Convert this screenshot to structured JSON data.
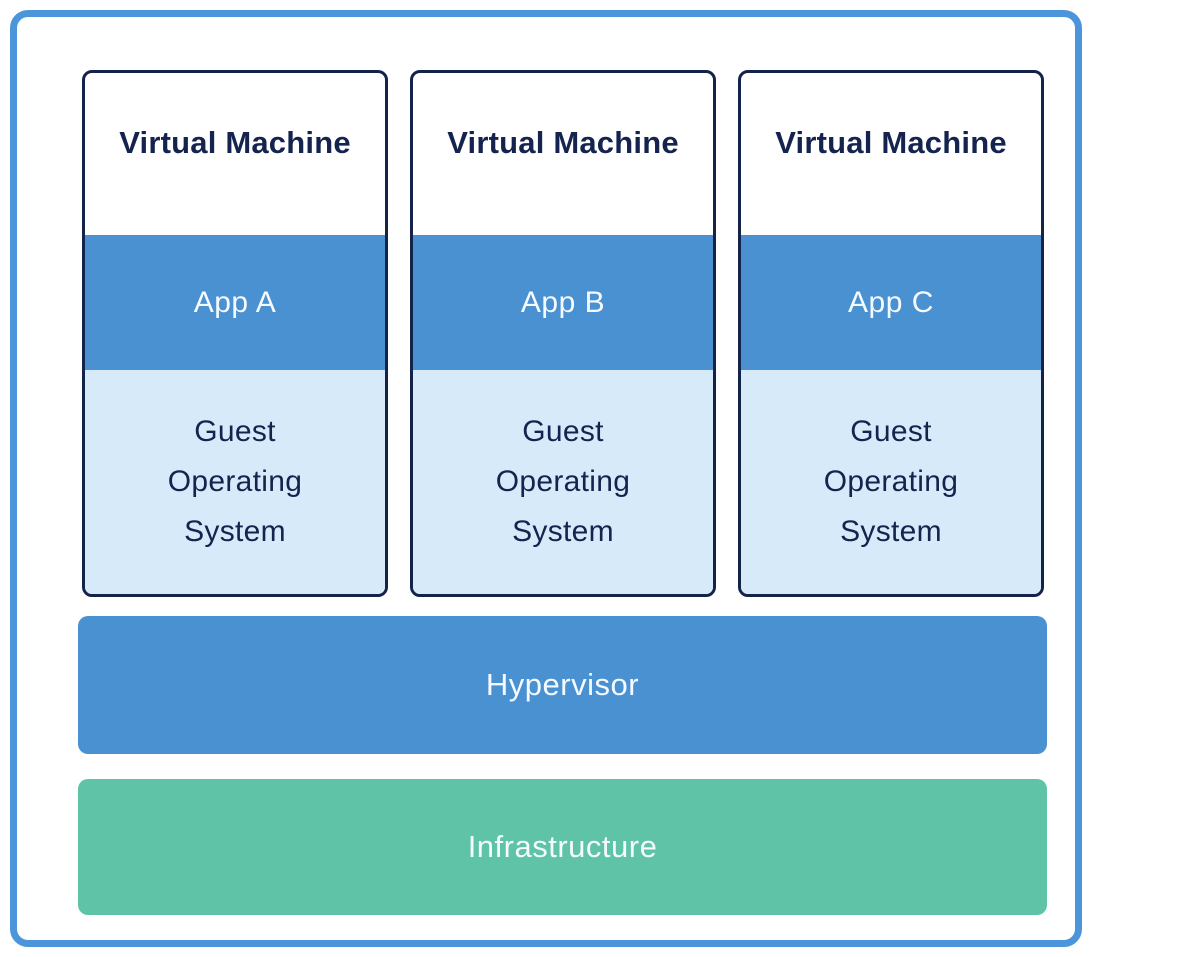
{
  "diagram": {
    "kind": "virtualization-architecture",
    "vms": [
      {
        "title": "Virtual Machine",
        "app": "App A",
        "os": "Guest\nOperating\nSystem"
      },
      {
        "title": "Virtual Machine",
        "app": "App B",
        "os": "Guest\nOperating\nSystem"
      },
      {
        "title": "Virtual Machine",
        "app": "App C",
        "os": "Guest\nOperating\nSystem"
      }
    ],
    "layers": [
      {
        "label": "Hypervisor"
      },
      {
        "label": "Infrastructure"
      }
    ],
    "colors": {
      "frame_border": "#4d95da",
      "vm_border": "#13234a",
      "vm_title_text": "#14244e",
      "app_band": "#4a91d2",
      "guest_os_band": "#d6eafa",
      "hypervisor_bar": "#4a91d2",
      "infrastructure_bar": "#5fc3a7",
      "light_text": "#ffffff"
    }
  }
}
